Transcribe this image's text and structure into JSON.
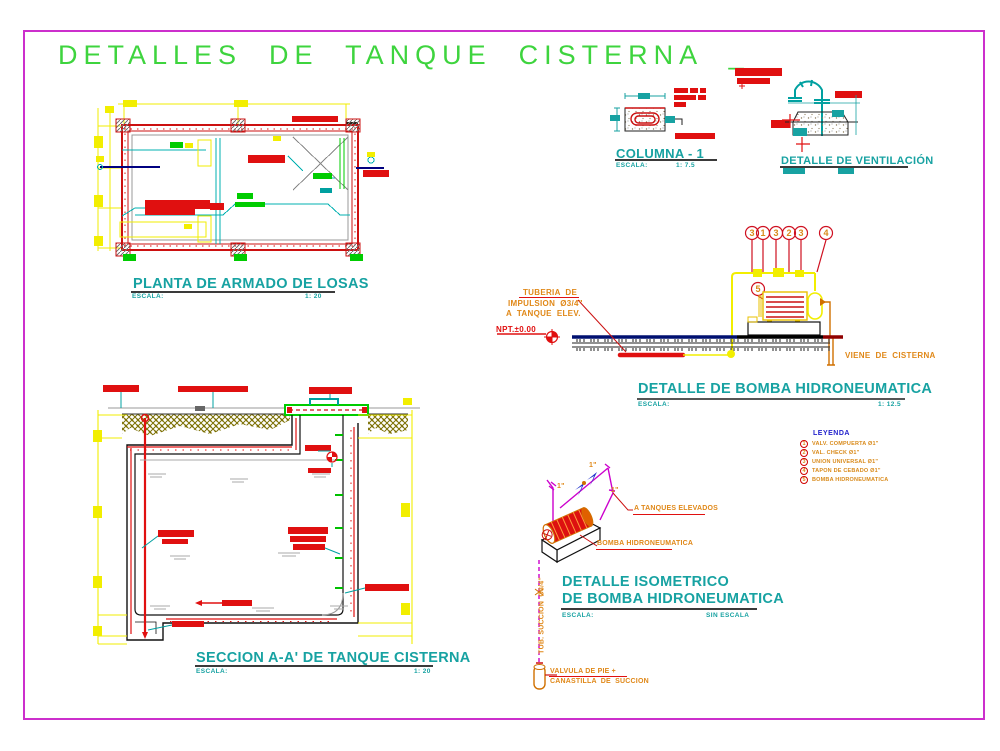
{
  "sheet": {
    "title": "DETALLES  DE  TANQUE  CISTERNA  _"
  },
  "plan": {
    "title": "PLANTA DE ARMADO DE LOSAS",
    "escala_label": "ESCALA:",
    "escala_value": "1: 20"
  },
  "columna": {
    "title": "COLUMNA - 1",
    "escala_label": "ESCALA:",
    "escala_value": "1: 7.5"
  },
  "ventilacion": {
    "title": "DETALLE DE VENTILACIÓN"
  },
  "bomba": {
    "title": "DETALLE DE BOMBA HIDRONEUMATICA",
    "escala_label": "ESCALA:",
    "escala_value": "1: 12.5",
    "balloons": [
      "3",
      "1",
      "3",
      "2",
      "3",
      "4",
      "5"
    ],
    "tuberia_line1": "TUBERIA  DE",
    "tuberia_line2": "IMPULSION  Ø3/4\"",
    "tuberia_line3": "A  TANQUE  ELEV.",
    "npt_label": "NPT.±0.00",
    "viene_label": "VIENE  DE  CISTERNA"
  },
  "leyenda": {
    "title": "LEYENDA",
    "items": [
      {
        "num": "1",
        "label": "VALV. COMPUERTA Ø1\""
      },
      {
        "num": "2",
        "label": "VAL. CHECK Ø1\""
      },
      {
        "num": "3",
        "label": "UNION UNIVERSAL Ø1\""
      },
      {
        "num": "4",
        "label": "TAPON DE CEBADO Ø1\""
      },
      {
        "num": "5",
        "label": "BOMBA HIDRONEUMATICA"
      }
    ]
  },
  "isometrico": {
    "title_line1": "DETALLE ISOMETRICO",
    "title_line2": "DE BOMBA HIDRONEUMATICA",
    "escala_label": "ESCALA:",
    "escala_value": "SIN ESCALA",
    "a_tanques_label": "A TANQUES ELEVADOS",
    "bomba_label": "BOMBA HIDRONEUMATICA",
    "succion_label": "TUB. SUCCION  Ø3/4\"",
    "valvula_line1": "VALVULA DE PIE +",
    "valvula_line2": "CANASTILLA  DE  SUCCION",
    "pipe_size_labels": [
      "1\"",
      "1\"",
      "1\""
    ]
  },
  "seccion": {
    "title": "SECCION A-A' DE TANQUE CISTERNA",
    "escala_label": "ESCALA:",
    "escala_value": "1: 20"
  }
}
